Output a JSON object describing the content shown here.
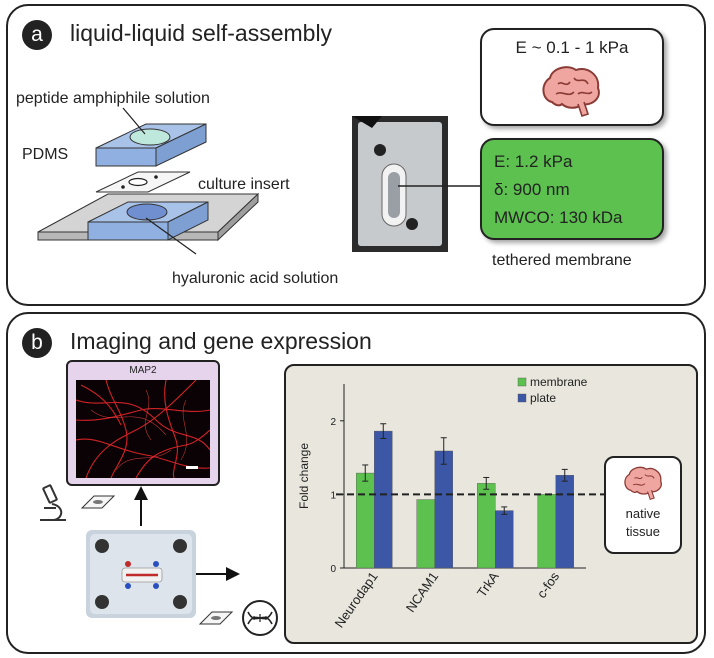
{
  "panel_a": {
    "badge": "a",
    "title": "liquid-liquid self-assembly",
    "labels": {
      "peptide": "peptide amphiphile solution",
      "pdms": "PDMS",
      "insert": "culture insert",
      "ha": "hyaluronic acid solution",
      "tethered": "tethered membrane"
    },
    "brain_stiffness": "E ~ 0.1 - 1 kPa",
    "membrane_props": [
      "E: 1.2 kPa",
      "δ: 900 nm",
      "MWCO: 130 kDa"
    ],
    "colors": {
      "green_box": "#5cc14e",
      "pdms_blue": "#a9c2e8",
      "peptide": "#bfe8dd"
    }
  },
  "panel_b": {
    "badge": "b",
    "title": "Imaging and gene expression",
    "micrograph_label": "MAP2",
    "native_tissue": [
      "native",
      "tissue"
    ],
    "colors": {
      "chart_bg": "#e9e6dd",
      "micro_frame": "#e6d3ec",
      "membrane": "#5cc14e",
      "plate": "#3b57a6"
    }
  },
  "chart_data": {
    "type": "bar",
    "categories": [
      "Neurodap1",
      "NCAM1",
      "TrkA",
      "c-fos"
    ],
    "series": [
      {
        "name": "membrane",
        "values": [
          1.29,
          0.93,
          1.15,
          1.0
        ],
        "errors": [
          0.11,
          0.0,
          0.08,
          0.0
        ]
      },
      {
        "name": "plate",
        "values": [
          1.86,
          1.59,
          0.78,
          1.26
        ],
        "errors": [
          0.1,
          0.18,
          0.05,
          0.08
        ]
      }
    ],
    "ylabel": "Fold change",
    "ylim": [
      0,
      2.5
    ],
    "yticks": [
      "0",
      "1",
      "2"
    ],
    "reference_line": 1.0,
    "legend": "top-right"
  }
}
